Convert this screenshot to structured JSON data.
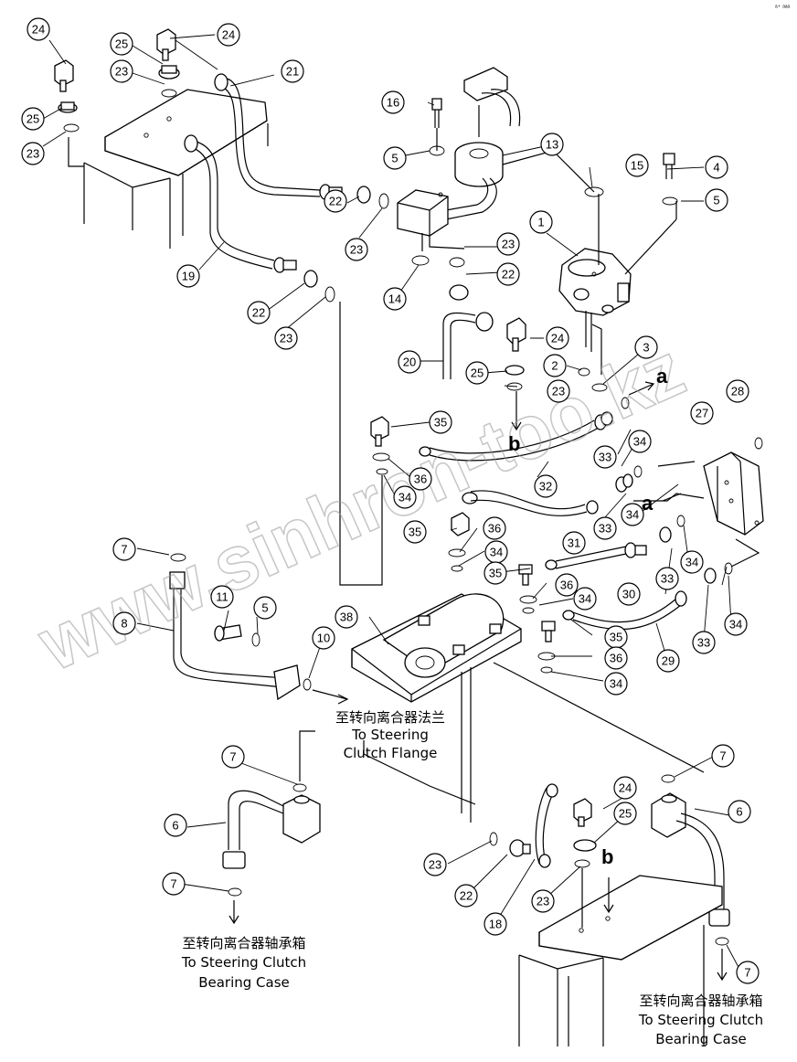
{
  "watermark": "www.sinhron-too.kz",
  "corner_note": "ᵃ⁺ ᵃᵃᵃ",
  "markers": {
    "a": "a",
    "b": "b"
  },
  "destinations": {
    "flange": [
      "至转向离合器法兰",
      "To Steering",
      "Clutch Flange"
    ],
    "bearing_left": [
      "至转向离合器轴承箱",
      "To Steering Clutch",
      "Bearing Case"
    ],
    "bearing_right": [
      "至转向离合器轴承箱",
      "To Steering Clutch",
      "Bearing Case"
    ]
  },
  "callouts": [
    {
      "id": "c24a",
      "n": "24"
    },
    {
      "id": "c24b",
      "n": "24"
    },
    {
      "id": "c25a",
      "n": "25"
    },
    {
      "id": "c23a",
      "n": "23"
    },
    {
      "id": "c21",
      "n": "21"
    },
    {
      "id": "c25b",
      "n": "25"
    },
    {
      "id": "c23b",
      "n": "23"
    },
    {
      "id": "c16",
      "n": "16"
    },
    {
      "id": "c13",
      "n": "13"
    },
    {
      "id": "c5a",
      "n": "5"
    },
    {
      "id": "c15",
      "n": "15"
    },
    {
      "id": "c4",
      "n": "4"
    },
    {
      "id": "c5b",
      "n": "5"
    },
    {
      "id": "c22a",
      "n": "22"
    },
    {
      "id": "c23c",
      "n": "23"
    },
    {
      "id": "c1",
      "n": "1"
    },
    {
      "id": "c19",
      "n": "19"
    },
    {
      "id": "c23d",
      "n": "23"
    },
    {
      "id": "c14",
      "n": "14"
    },
    {
      "id": "c22b",
      "n": "22"
    },
    {
      "id": "c22c",
      "n": "22"
    },
    {
      "id": "c23e",
      "n": "23"
    },
    {
      "id": "c24c",
      "n": "24"
    },
    {
      "id": "c3",
      "n": "3"
    },
    {
      "id": "c20",
      "n": "20"
    },
    {
      "id": "c2",
      "n": "2"
    },
    {
      "id": "c25c",
      "n": "25"
    },
    {
      "id": "c23f",
      "n": "23"
    },
    {
      "id": "c28",
      "n": "28"
    },
    {
      "id": "c27",
      "n": "27"
    },
    {
      "id": "c35a",
      "n": "35"
    },
    {
      "id": "c34a",
      "n": "34"
    },
    {
      "id": "c33a",
      "n": "33"
    },
    {
      "id": "c36a",
      "n": "36"
    },
    {
      "id": "c32",
      "n": "32"
    },
    {
      "id": "c34b",
      "n": "34"
    },
    {
      "id": "c33b",
      "n": "33"
    },
    {
      "id": "c34c",
      "n": "34"
    },
    {
      "id": "c35b",
      "n": "35"
    },
    {
      "id": "c36b",
      "n": "36"
    },
    {
      "id": "c31",
      "n": "31"
    },
    {
      "id": "c34d",
      "n": "34"
    },
    {
      "id": "c7a",
      "n": "7"
    },
    {
      "id": "c35c",
      "n": "35"
    },
    {
      "id": "c36c",
      "n": "36"
    },
    {
      "id": "c30",
      "n": "30"
    },
    {
      "id": "c33c",
      "n": "33"
    },
    {
      "id": "c34e",
      "n": "34"
    },
    {
      "id": "c11",
      "n": "11"
    },
    {
      "id": "c5c",
      "n": "5"
    },
    {
      "id": "c8",
      "n": "8"
    },
    {
      "id": "c38",
      "n": "38"
    },
    {
      "id": "c34f",
      "n": "34"
    },
    {
      "id": "c35d",
      "n": "35"
    },
    {
      "id": "c10",
      "n": "10"
    },
    {
      "id": "c36d",
      "n": "36"
    },
    {
      "id": "c29",
      "n": "29"
    },
    {
      "id": "c33d",
      "n": "33"
    },
    {
      "id": "c34g",
      "n": "34"
    },
    {
      "id": "c34h",
      "n": "34"
    },
    {
      "id": "c7b",
      "n": "7"
    },
    {
      "id": "c7c",
      "n": "7"
    },
    {
      "id": "c24d",
      "n": "24"
    },
    {
      "id": "c6a",
      "n": "6"
    },
    {
      "id": "c25d",
      "n": "25"
    },
    {
      "id": "c6b",
      "n": "6"
    },
    {
      "id": "c7d",
      "n": "7"
    },
    {
      "id": "c23g",
      "n": "23"
    },
    {
      "id": "c22d",
      "n": "22"
    },
    {
      "id": "c23h",
      "n": "23"
    },
    {
      "id": "c18",
      "n": "18"
    },
    {
      "id": "c7e",
      "n": "7"
    }
  ]
}
